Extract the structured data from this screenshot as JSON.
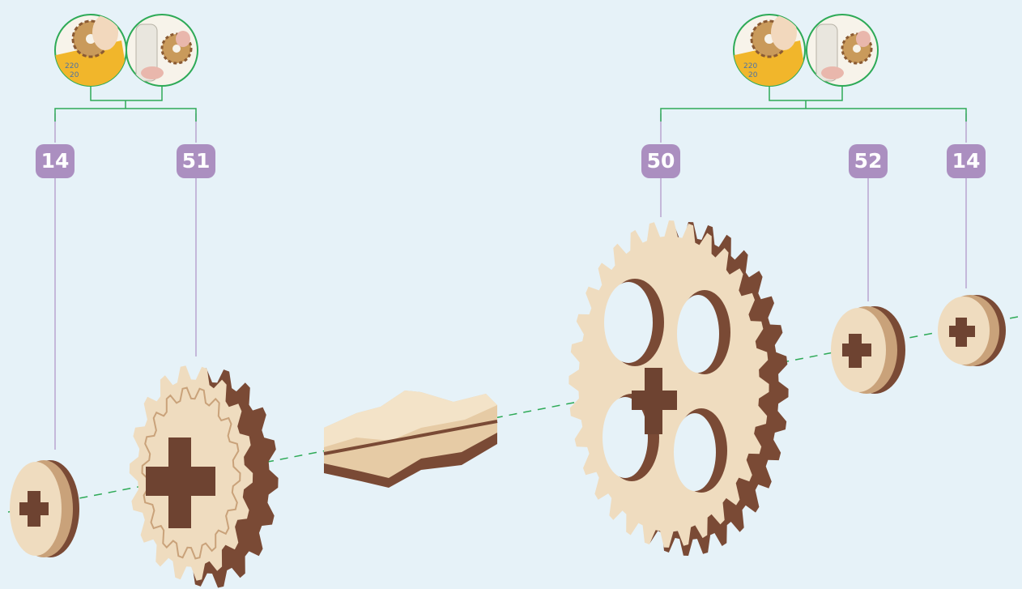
{
  "part_labels": {
    "left_spacer": "14",
    "small_gear": "51",
    "large_gear": "50",
    "right_spacer": "52",
    "end_spacer": "14"
  },
  "tips": {
    "left": {
      "ruler_numbers": [
        "220",
        "20"
      ]
    },
    "right": {
      "ruler_numbers": [
        "220",
        "20"
      ]
    }
  },
  "colors": {
    "background": "#e6f2f8",
    "badge": "#ab8fc0",
    "leader_line": "#b8a4cf",
    "bracket": "#2eaa57",
    "axis_dash": "#2eaa57",
    "wood_light": "#efdcbf",
    "wood_dark": "#7a4a35"
  },
  "icons": [
    "gear-sanding-icon",
    "gear-fitting-icon",
    "spacer-icon",
    "gear-icon",
    "axle-icon"
  ]
}
